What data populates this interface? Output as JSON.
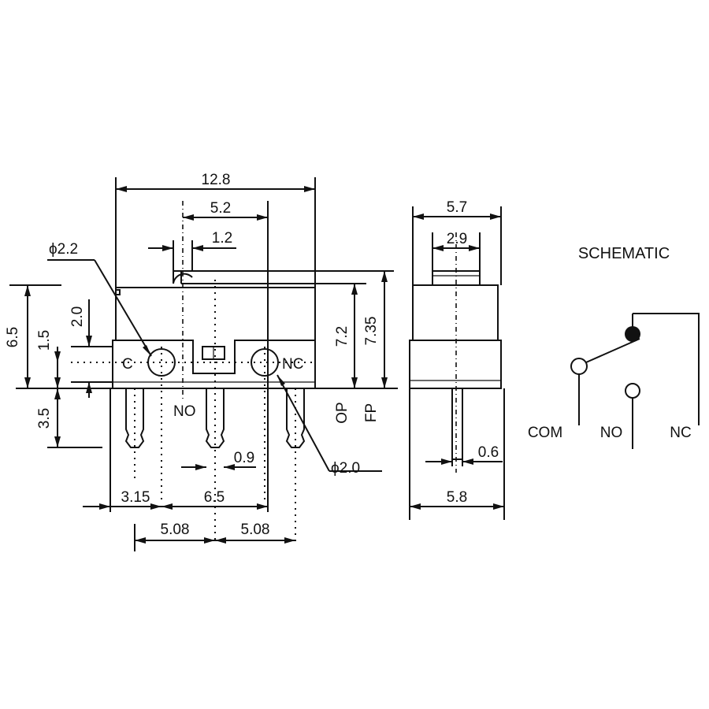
{
  "front_view": {
    "dims": {
      "overall_length": "12.8",
      "lever_offset": "5.2",
      "actuator_width": "1.2",
      "hole_dia_com": "ϕ2.2",
      "hole_dia_nc": "ϕ2.0",
      "body_height": "6.5",
      "hole_offset": "1.5",
      "actuator_rise": "2.0",
      "pin_length": "3.5",
      "op_height": "7.2",
      "fp_height": "7.35",
      "pin_width": "0.9",
      "edge_to_com": "3.15",
      "com_to_nc": "6.5",
      "pitch_left": "5.08",
      "pitch_right": "5.08"
    },
    "labels": {
      "com": "C",
      "no": "NO",
      "nc": "NC",
      "op": "OP",
      "fp": "FP"
    }
  },
  "side_view": {
    "dims": {
      "top_width": "5.7",
      "plunger_width": "2.9",
      "pin_thickness": "0.6",
      "base_width": "5.8"
    }
  },
  "schematic": {
    "title": "SCHEMATIC",
    "terminals": [
      "COM",
      "NO",
      "NC"
    ]
  }
}
